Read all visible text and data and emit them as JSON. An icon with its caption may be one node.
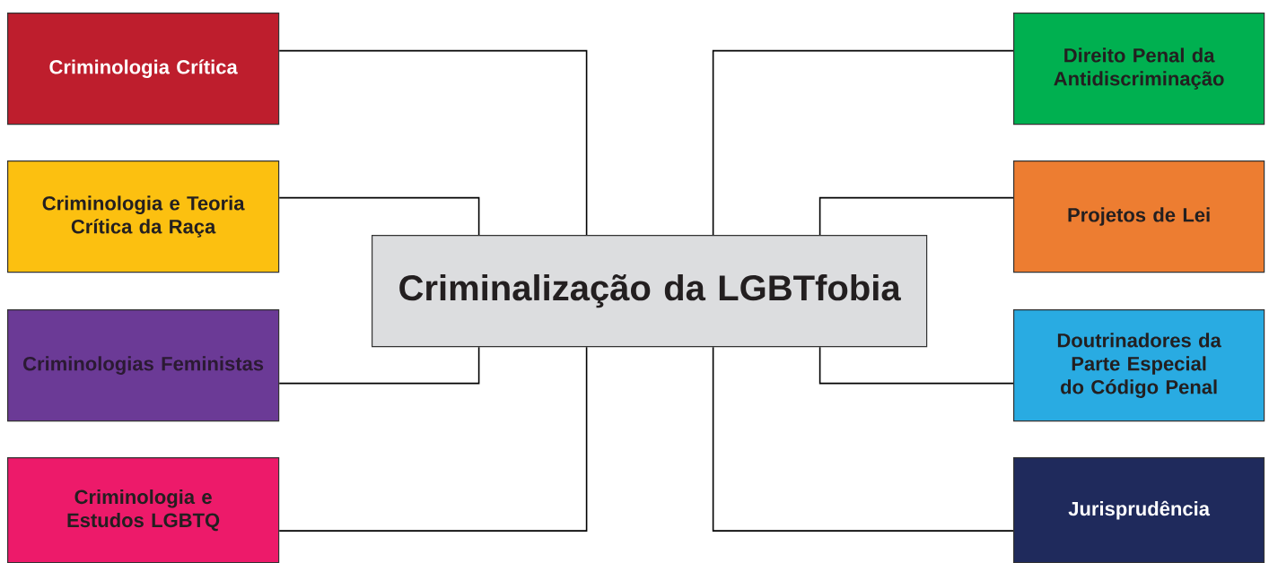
{
  "diagram": {
    "nodes": [
      {
        "text": [
          "Criminalização da LGBTfobia"
        ]
      },
      {
        "text": [
          "Criminologia Crítica"
        ]
      },
      {
        "text": [
          "Criminologia e Teoria Crítica da Raça"
        ]
      },
      {
        "text": [
          "Criminologias Feministas"
        ]
      },
      {
        "text": [
          "Criminologia e Estudos LGBTQ"
        ]
      },
      {
        "text": [
          "Direito Penal da Antidiscriminação"
        ]
      },
      {
        "text": [
          "Projetos de Lei"
        ]
      },
      {
        "text": [
          "Doutrinadores da Parte Especial do Código Penal"
        ]
      },
      {
        "text": [
          "Jurisprudência"
        ]
      }
    ],
    "edges": [
      {
        "from": 0,
        "to": 1,
        "arrow": "none"
      },
      {
        "from": 0,
        "to": 2,
        "arrow": "none"
      },
      {
        "from": 0,
        "to": 3,
        "arrow": "none"
      },
      {
        "from": 0,
        "to": 4,
        "arrow": "none"
      },
      {
        "from": 0,
        "to": 5,
        "arrow": "none"
      },
      {
        "from": 0,
        "to": 6,
        "arrow": "none"
      },
      {
        "from": 0,
        "to": 7,
        "arrow": "none"
      },
      {
        "from": 0,
        "to": 8,
        "arrow": "none"
      }
    ]
  }
}
